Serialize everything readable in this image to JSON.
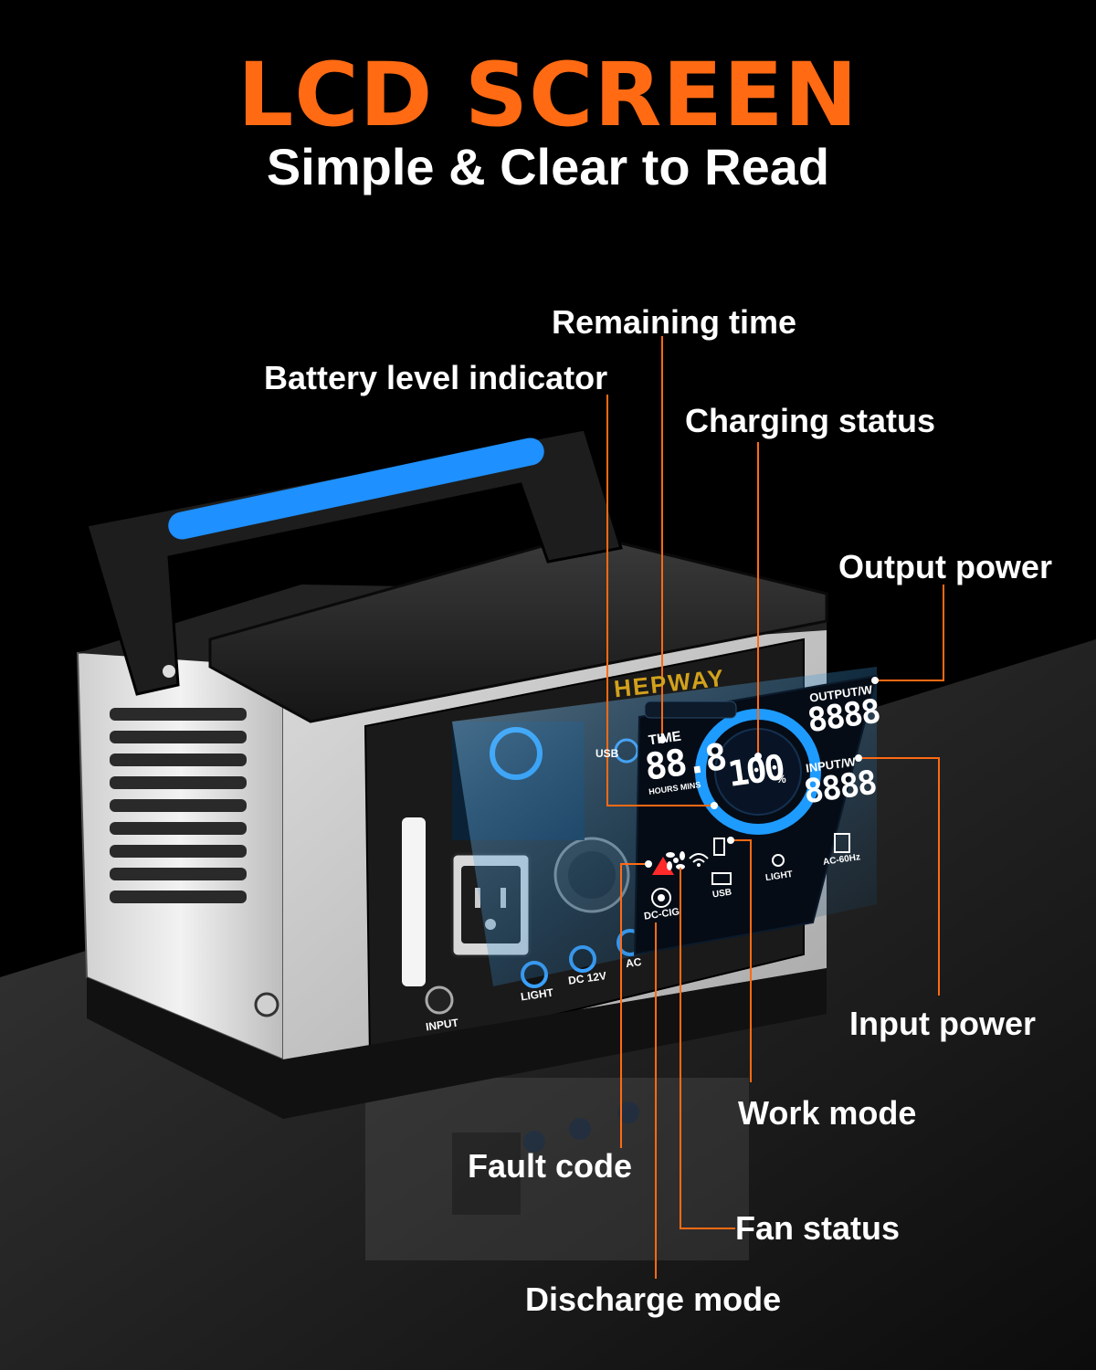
{
  "header": {
    "title": "LCD SCREEN",
    "subtitle": "Simple & Clear to Read"
  },
  "callouts": {
    "remaining_time": "Remaining time",
    "battery_level": "Battery level indicator",
    "charging_status": "Charging status",
    "output_power": "Output power",
    "input_power": "Input power",
    "work_mode": "Work mode",
    "fault_code": "Fault code",
    "fan_status": "Fan status",
    "discharge_mode": "Discharge mode"
  },
  "lcd": {
    "time_label": "TIME",
    "time_value": "88.8",
    "time_units": "HOURS MINS",
    "battery_percent": "100",
    "percent_sign": "%",
    "output_label": "OUTPUT/W",
    "output_value": "8888",
    "input_label": "INPUT/W",
    "input_value": "8888",
    "dc_cig_label": "DC-CIG",
    "usb_label": "USB",
    "light_label": "LIGHT",
    "ac_label": "AC-60Hz"
  },
  "device": {
    "brand": "HEPWAY",
    "usb_label": "USB",
    "light_button": "LIGHT",
    "dc_button": "DC 12V",
    "ac_button": "AC",
    "input_port": "INPUT"
  },
  "colors": {
    "accent_orange": "#ff6a13",
    "lcd_blue": "#1e9bff",
    "fault_red": "#ff2a2a"
  }
}
